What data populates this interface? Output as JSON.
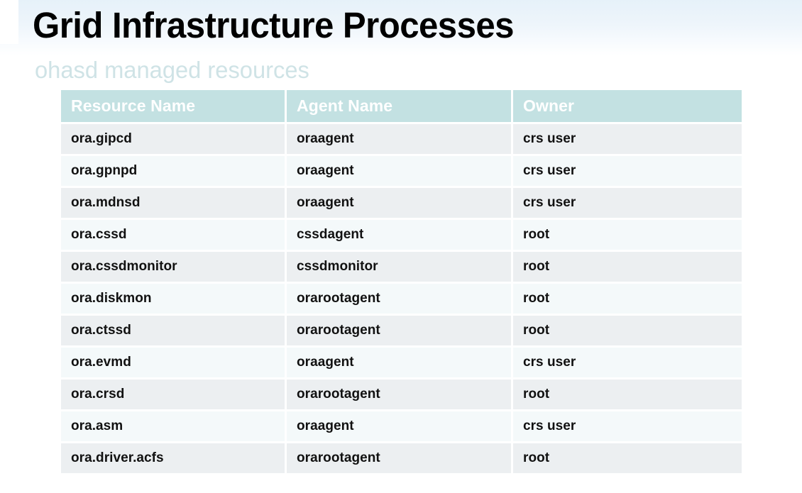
{
  "slide": {
    "title": "Grid Infrastructure Processes",
    "subtitle": "ohasd managed resources"
  },
  "colors": {
    "header_background": "#c3e1e2",
    "header_text": "#ffffff",
    "subtitle_text": "#cfe3e6",
    "row_odd": "#eceff1",
    "row_even": "#f4f9fa",
    "body_text": "#111111",
    "top_band": "#e6f1f9"
  },
  "table": {
    "columns": [
      "Resource Name",
      "Agent Name",
      "Owner"
    ],
    "rows": [
      {
        "resource": "ora.gipcd",
        "agent": "oraagent",
        "owner": "crs user"
      },
      {
        "resource": "ora.gpnpd",
        "agent": "oraagent",
        "owner": "crs user"
      },
      {
        "resource": "ora.mdnsd",
        "agent": "oraagent",
        "owner": "crs user"
      },
      {
        "resource": "ora.cssd",
        "agent": "cssdagent",
        "owner": "root"
      },
      {
        "resource": "ora.cssdmonitor",
        "agent": "cssdmonitor",
        "owner": "root"
      },
      {
        "resource": "ora.diskmon",
        "agent": "orarootagent",
        "owner": "root"
      },
      {
        "resource": "ora.ctssd",
        "agent": "orarootagent",
        "owner": "root"
      },
      {
        "resource": "ora.evmd",
        "agent": "oraagent",
        "owner": "crs user"
      },
      {
        "resource": "ora.crsd",
        "agent": "orarootagent",
        "owner": "root"
      },
      {
        "resource": "ora.asm",
        "agent": "oraagent",
        "owner": "crs user"
      },
      {
        "resource": "ora.driver.acfs",
        "agent": "orarootagent",
        "owner": "root"
      }
    ]
  }
}
